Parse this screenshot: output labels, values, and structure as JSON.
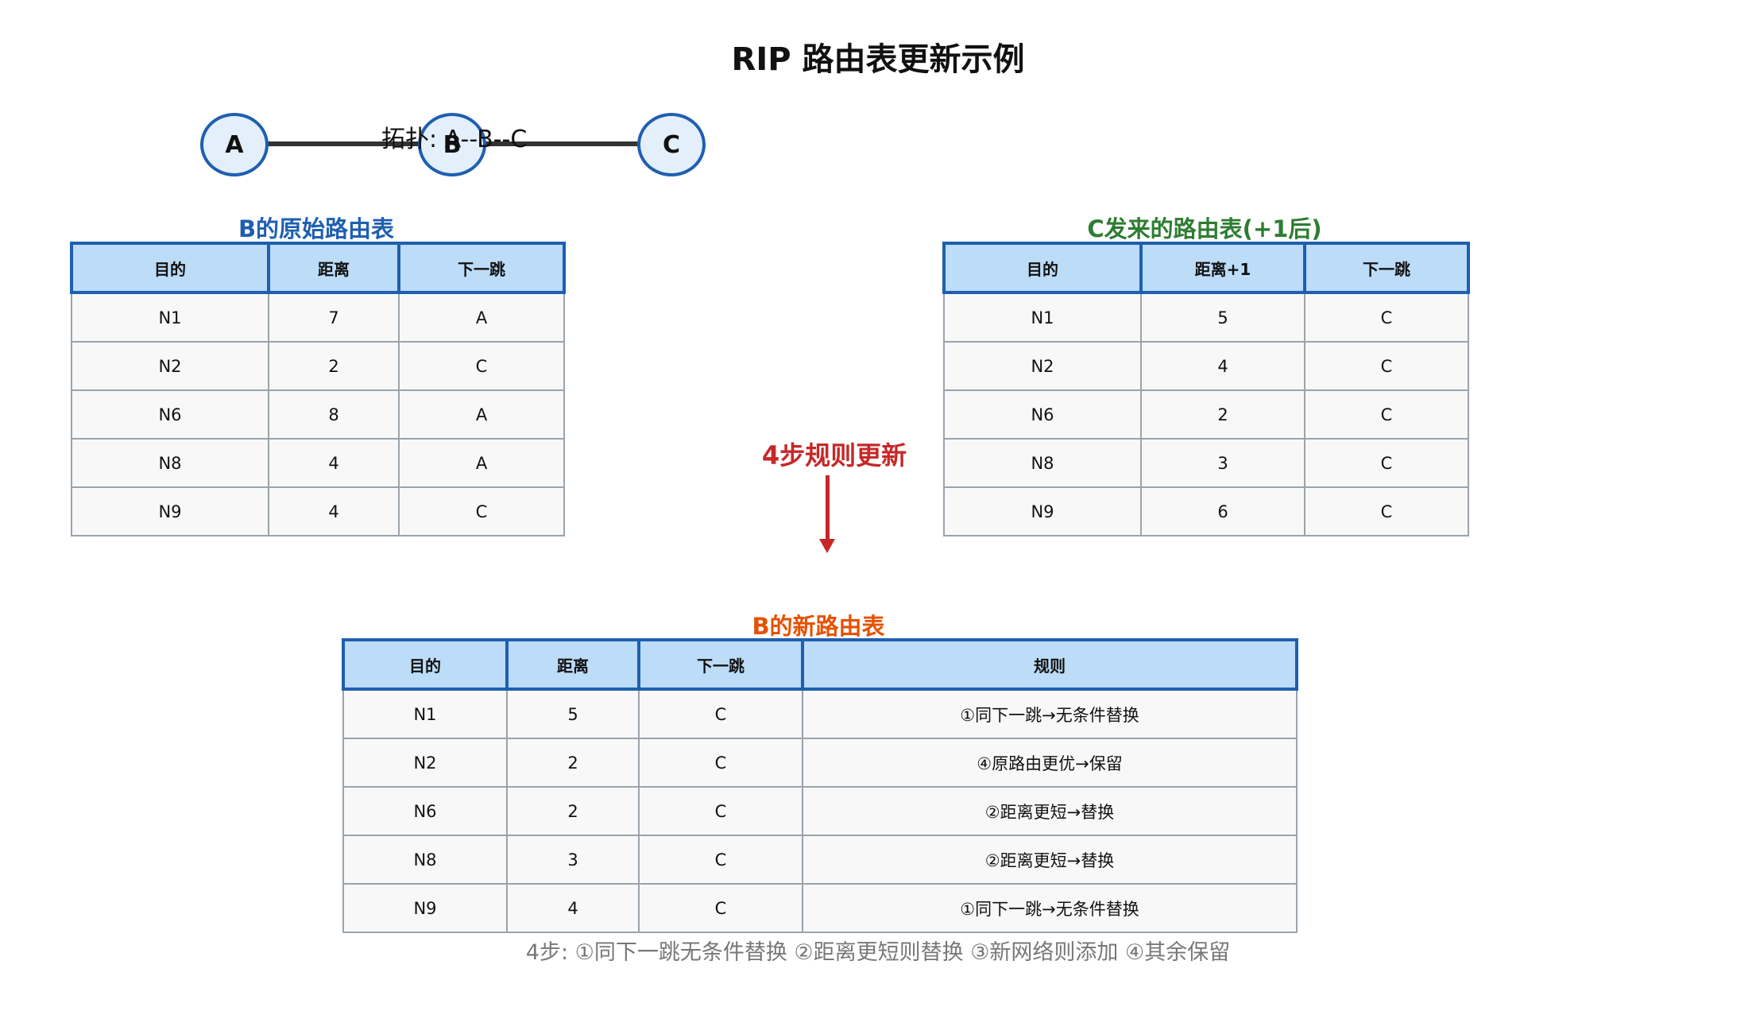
{
  "title": "RIP 路由表更新示例",
  "topology": {
    "label": "拓扑: A--B--C",
    "nodes": [
      "A",
      "B",
      "C"
    ]
  },
  "original_table": {
    "title": "B的原始路由表",
    "headers": [
      "目的",
      "距离",
      "下一跳"
    ],
    "rows": [
      [
        "N1",
        "7",
        "A"
      ],
      [
        "N2",
        "2",
        "C"
      ],
      [
        "N6",
        "8",
        "A"
      ],
      [
        "N8",
        "4",
        "A"
      ],
      [
        "N9",
        "4",
        "C"
      ]
    ]
  },
  "received_table": {
    "title": "C发来的路由表(+1后)",
    "headers": [
      "目的",
      "距离+1",
      "下一跳"
    ],
    "rows": [
      [
        "N1",
        "5",
        "C"
      ],
      [
        "N2",
        "4",
        "C"
      ],
      [
        "N6",
        "2",
        "C"
      ],
      [
        "N8",
        "3",
        "C"
      ],
      [
        "N9",
        "6",
        "C"
      ]
    ]
  },
  "update_label": "4步规则更新",
  "new_table": {
    "title": "B的新路由表",
    "headers": [
      "目的",
      "距离",
      "下一跳",
      "规则"
    ],
    "rows": [
      [
        "N1",
        "5",
        "C",
        "①同下一跳→无条件替换"
      ],
      [
        "N2",
        "2",
        "C",
        "④原路由更优→保留"
      ],
      [
        "N6",
        "2",
        "C",
        "②距离更短→替换"
      ],
      [
        "N8",
        "3",
        "C",
        "②距离更短→替换"
      ],
      [
        "N9",
        "4",
        "C",
        "①同下一跳→无条件替换"
      ]
    ]
  },
  "footnote": "4步: ①同下一跳无条件替换 ②距离更短则替换 ③新网络则添加 ④其余保留",
  "colors": {
    "original_title": "#1f5fb0",
    "received_title": "#2e7d32",
    "new_title": "#e65100",
    "arrow": "#c62828",
    "header_bg": "#bcdcf8",
    "header_border": "#1f5fb0"
  }
}
